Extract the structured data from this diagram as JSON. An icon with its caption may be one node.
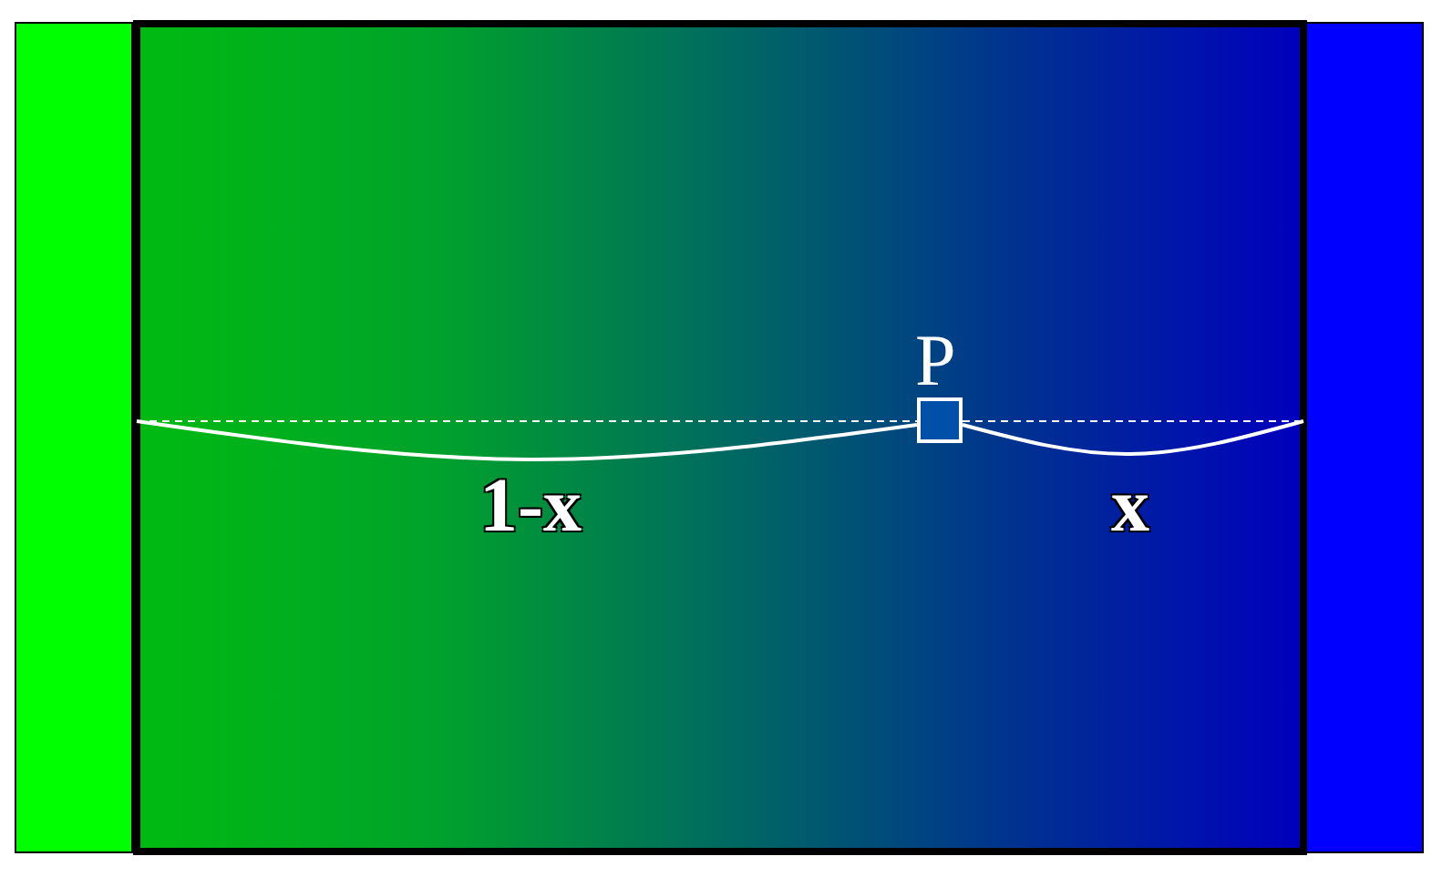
{
  "diagram": {
    "nodes": [
      {
        "text": [],
        "shape": "bar"
      },
      {
        "text": [],
        "shape": "box"
      },
      {
        "text": [],
        "shape": "bar"
      },
      {
        "text": [
          "P"
        ],
        "in": 1
      }
    ],
    "edges": [
      {
        "from": 0,
        "to": 3,
        "arrow": "none",
        "label": "1-x"
      },
      {
        "from": 3,
        "to": 2,
        "arrow": "none",
        "label": "x"
      },
      {
        "from": 0,
        "to": 3,
        "arrow": "none",
        "style": "dashed"
      },
      {
        "from": 3,
        "to": 2,
        "arrow": "none",
        "style": "dashed"
      }
    ]
  }
}
